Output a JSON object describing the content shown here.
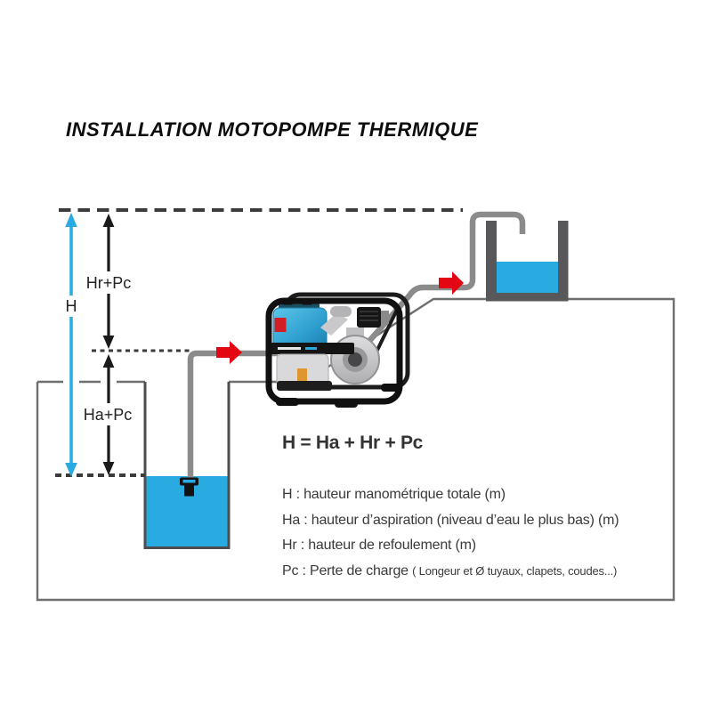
{
  "title": "INSTALLATION MOTOPOMPE THERMIQUE",
  "diagram": {
    "labels": {
      "total_head": "H",
      "discharge_head": "Hr+Pc",
      "suction_head": "Ha+Pc"
    },
    "colors": {
      "water_blue": "#29abe2",
      "dimension_cyan": "#29abe2",
      "flow_arrow_red": "#e30613",
      "pipe_gray": "#8b8b8b",
      "tank_gray": "#58585a",
      "ground_outline_gray": "#6e6f71",
      "dashed_level_line": "#3b3b3b",
      "dimension_black": "#1a1a1a"
    }
  },
  "legend": {
    "formula": "H = Ha + Hr + Pc",
    "items": [
      {
        "text": "H : hauteur manométrique totale (m)"
      },
      {
        "text": "Ha : hauteur d’aspiration (niveau d’eau le plus bas) (m)"
      },
      {
        "text": "Hr : hauteur de refoulement (m)"
      },
      {
        "text": "Pc : Perte de charge",
        "small": "( Longeur et Ø tuyaux, clapets, coudes...)"
      }
    ]
  }
}
